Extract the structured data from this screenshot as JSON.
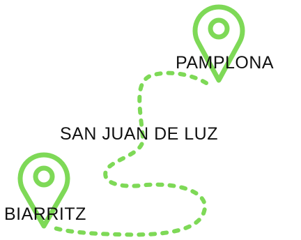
{
  "map": {
    "route_color": "#7ED957",
    "label_color": "#111111",
    "places": [
      {
        "name": "PAMPLONA",
        "icon": "map-pin-icon"
      },
      {
        "name": "SAN JUAN DE LUZ"
      },
      {
        "name": "BIARRITZ",
        "icon": "map-pin-icon"
      }
    ]
  }
}
